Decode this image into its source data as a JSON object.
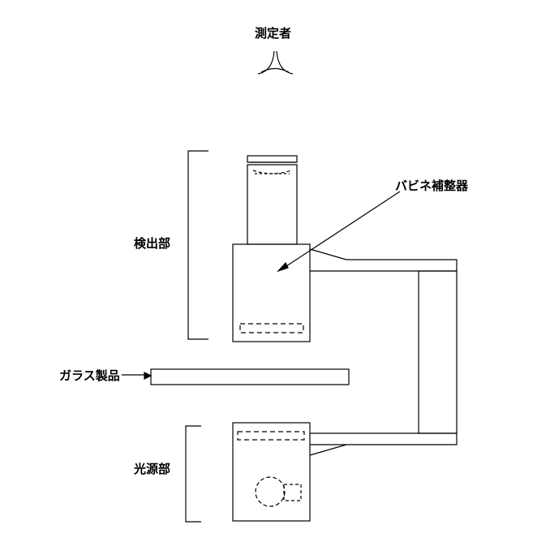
{
  "labels": {
    "observer": "測定者",
    "detector": "検出部",
    "adjuster": "バビネ補整器",
    "glass": "ガラス製品",
    "light_source": "光源部"
  },
  "colors": {
    "line": "#000000",
    "background": "#ffffff"
  }
}
